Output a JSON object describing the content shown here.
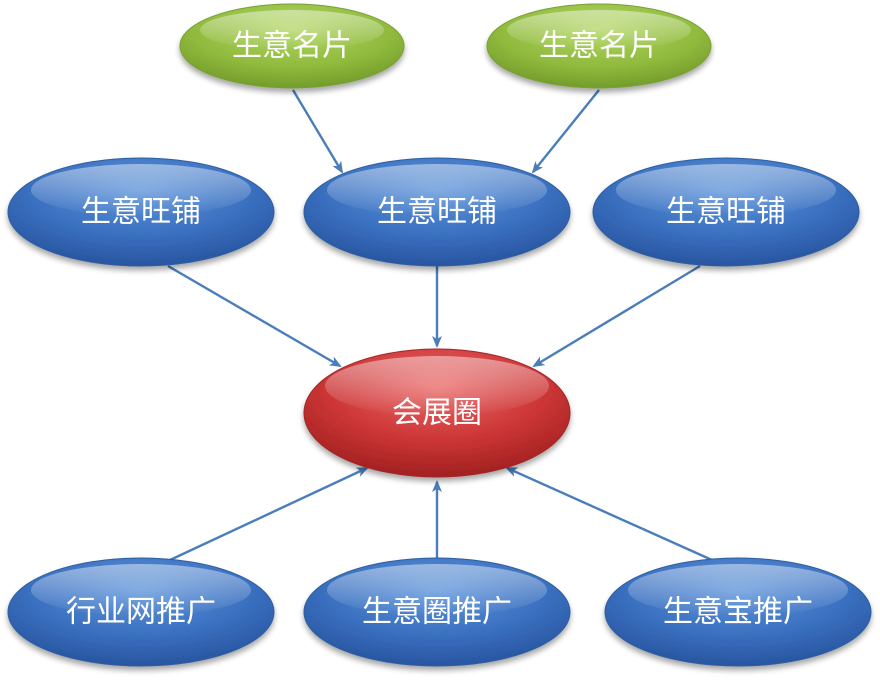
{
  "colors": {
    "green": "#8fba3c",
    "blue": "#3a70c0",
    "red": "#cc3535",
    "arrow": "#4a7ebb",
    "text": "#ffffff"
  },
  "nodes": {
    "card_left": "生意名片",
    "card_right": "生意名片",
    "shop_left": "生意旺铺",
    "shop_center": "生意旺铺",
    "shop_right": "生意旺铺",
    "center": "会展圈",
    "promo_industry": "行业网推广",
    "promo_circle": "生意圈推广",
    "promo_treasure": "生意宝推广"
  },
  "edges": [
    {
      "from": "card_left",
      "to": "shop_center"
    },
    {
      "from": "card_right",
      "to": "shop_center"
    },
    {
      "from": "shop_left",
      "to": "center"
    },
    {
      "from": "shop_center",
      "to": "center"
    },
    {
      "from": "shop_right",
      "to": "center"
    },
    {
      "from": "promo_industry",
      "to": "center"
    },
    {
      "from": "promo_circle",
      "to": "center"
    },
    {
      "from": "promo_treasure",
      "to": "center"
    }
  ]
}
